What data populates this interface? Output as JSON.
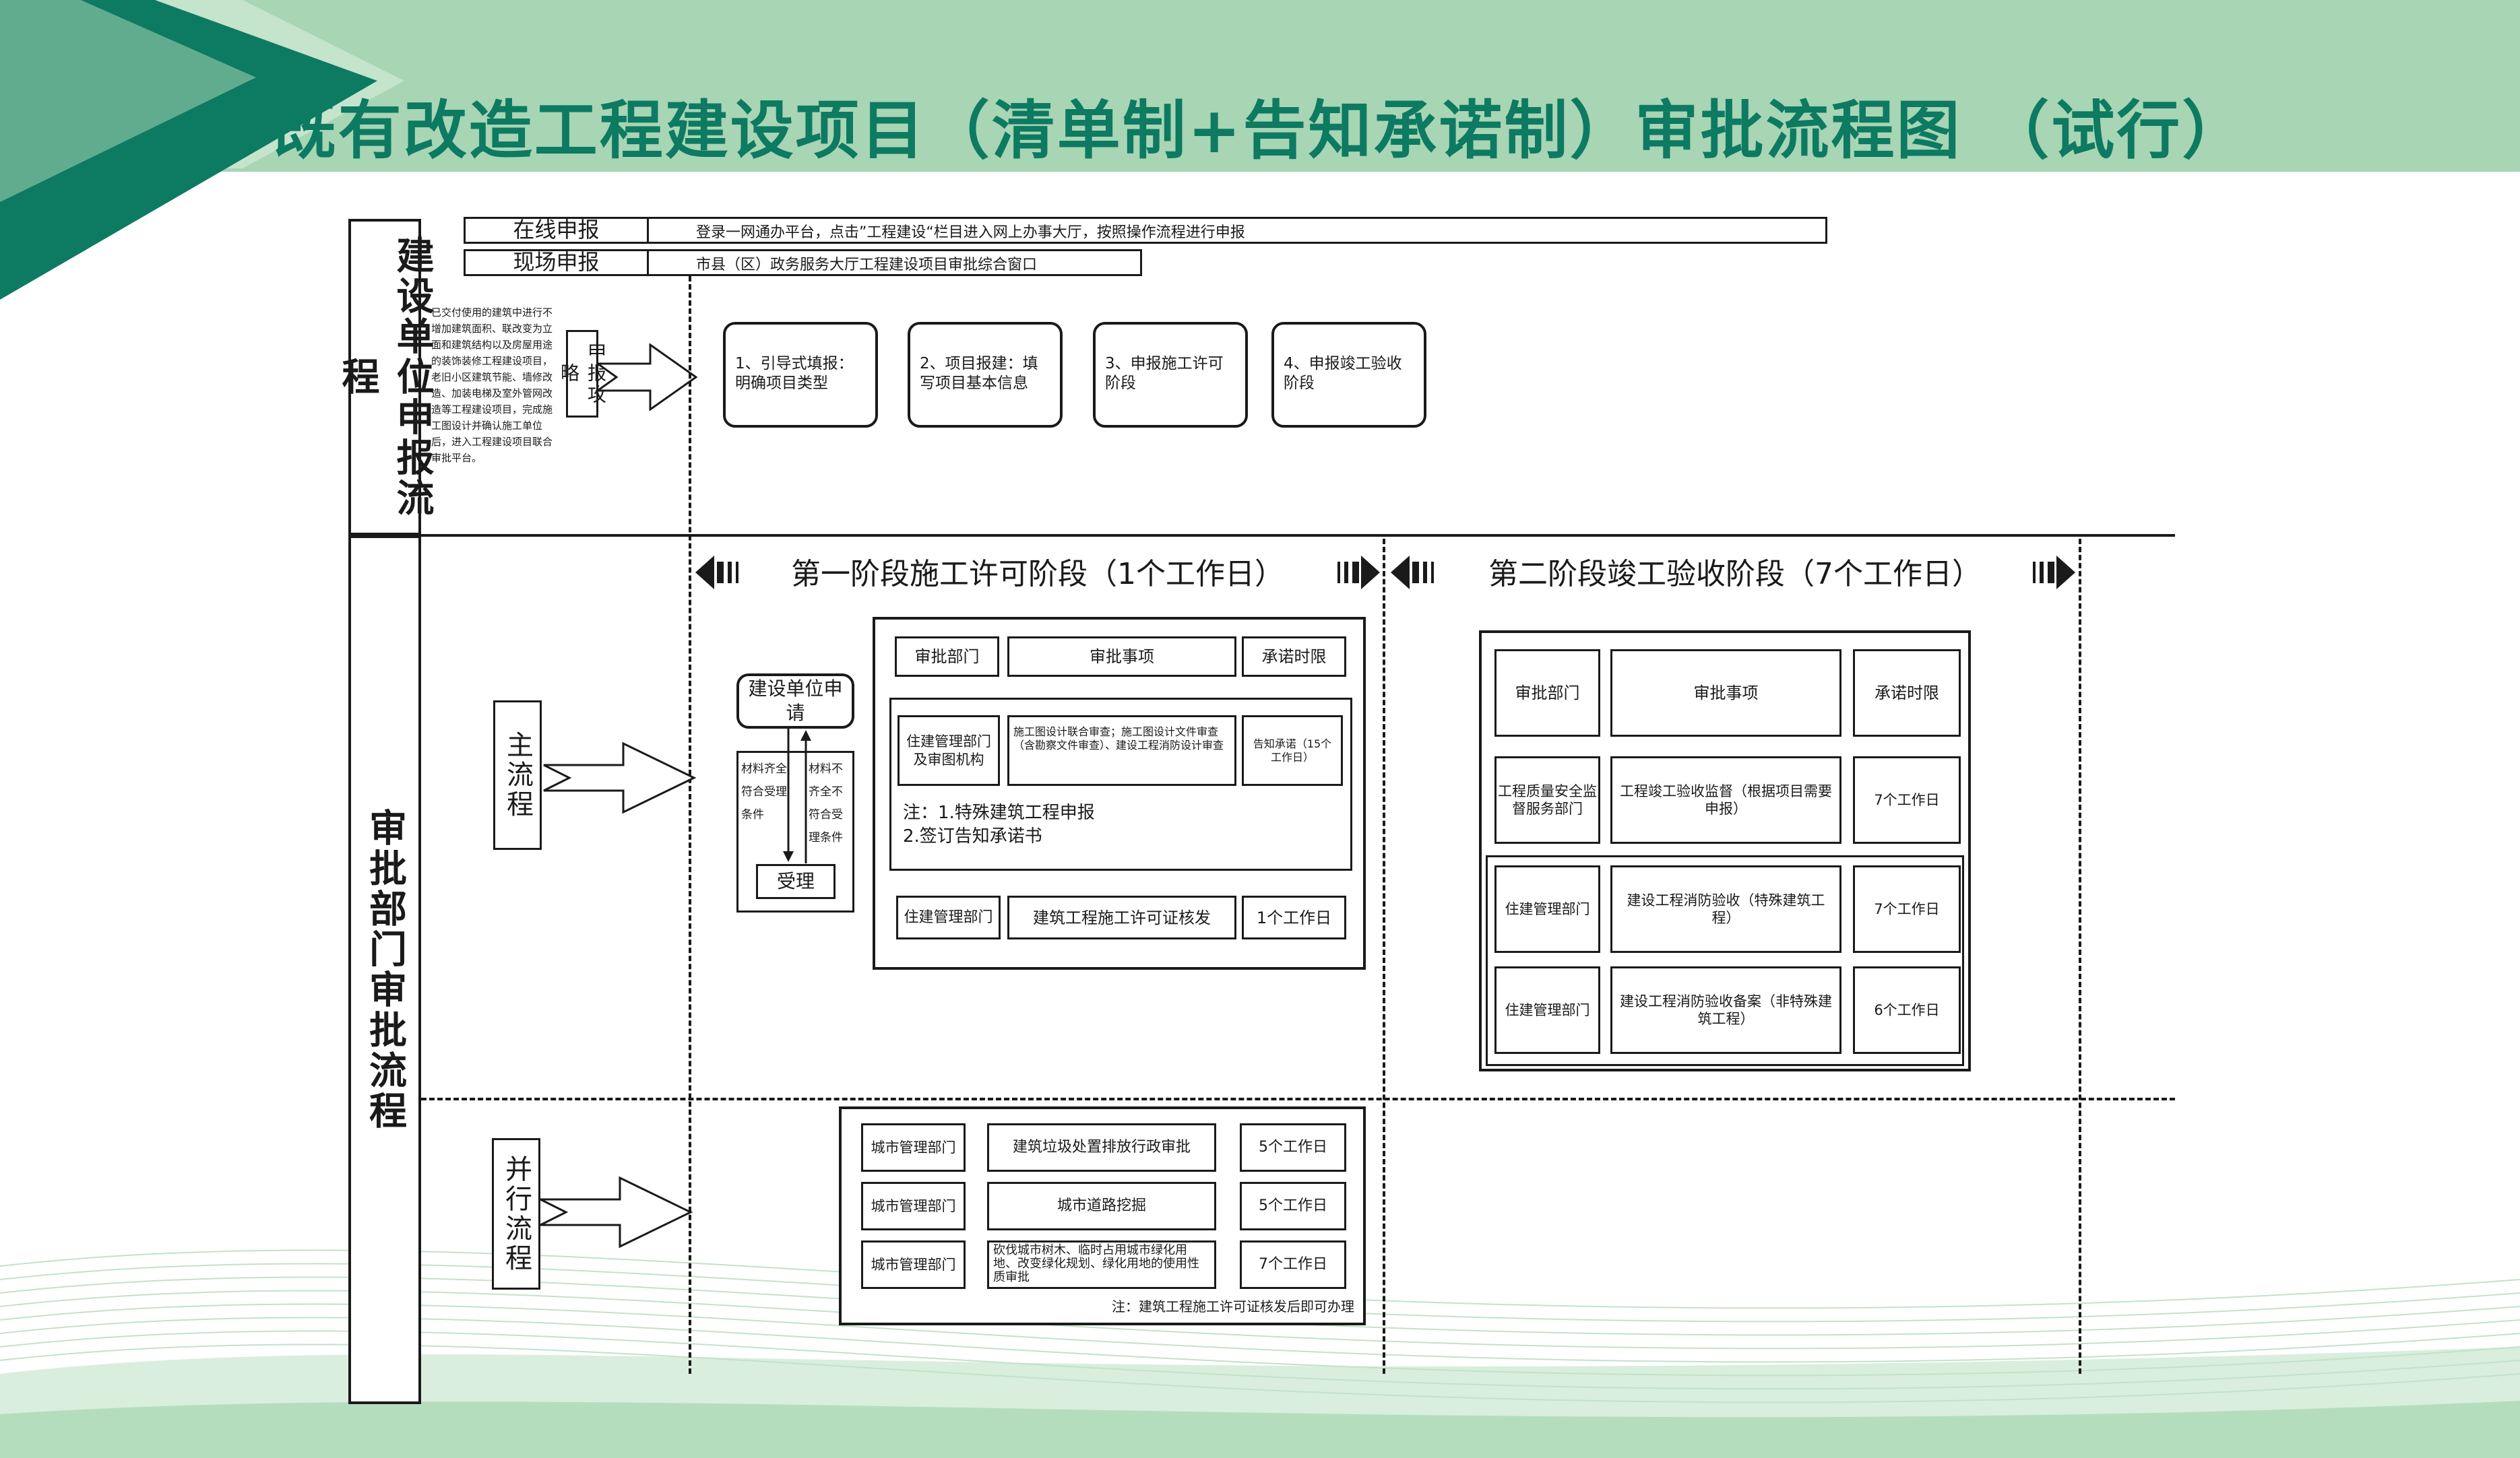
{
  "title": "既有改造工程建设项目（清单制+告知承诺制）审批流程图 （试行）",
  "colors": {
    "accent": "#0d7a62",
    "header_bg": "#a8d5b4",
    "wave": "#c9e6cf"
  },
  "left_labels": {
    "top": "建设单位申报流程",
    "bottom": "审批部门审批流程"
  },
  "online": {
    "label": "在线申报",
    "text": "登录一网通办平台，点击”工程建设“栏目进入网上办事大厅，按照操作流程进行申报"
  },
  "onsite": {
    "label": "现场申报",
    "text": "市县（区）政务服务大厅工程建设项目审批综合窗口"
  },
  "intro_note": "已交付使用的建筑中进行不增加建筑面积、联改变为立面和建筑结构以及房屋用途的装饰装修工程建设项目，老旧小区建筑节能、墙修改造、加装电梯及室外管网改造等工程建设项目，完成施工图设计并确认施工单位后，进入工程建设项目联合审批平台。",
  "guide_label": "申报攻略",
  "steps": [
    "1、引导式填报：明确项目类型",
    "2、项目报建：填写项目基本信息",
    "3、申报施工许可阶段",
    "4、申报竣工验收阶段"
  ],
  "phase1": "第一阶段施工许可阶段（1个工作日）",
  "phase2": "第二阶段竣工验收阶段（7个工作日）",
  "main_flow": "主流程",
  "parallel_flow": "并行流程",
  "applicant": {
    "apply": "建设单位申请",
    "complete": "材料齐全符合受理条件",
    "incomplete": "材料不齐全不符合受理条件",
    "accept": "受理"
  },
  "p1_headers": [
    "审批部门",
    "审批事项",
    "承诺时限"
  ],
  "p1_row1": {
    "dept": "住建管理部门及审图机构",
    "items": "施工图设计联合审查；施工图设计文件审查（含勘察文件审查）、建设工程消防设计审查",
    "time": "告知承诺（15个工作日）"
  },
  "p1_note": "注：1.特殊建筑工程申报\n2.签订告知承诺书",
  "p1_row2": {
    "dept": "住建管理部门",
    "items": "建筑工程施工许可证核发",
    "time": "1个工作日"
  },
  "p2_headers": [
    "审批部门",
    "审批事项",
    "承诺时限"
  ],
  "p2_rows": [
    {
      "dept": "工程质量安全监督服务部门",
      "items": "工程竣工验收监督（根据项目需要申报）",
      "time": "7个工作日"
    },
    {
      "dept": "住建管理部门",
      "items": "建设工程消防验收（特殊建筑工程）",
      "time": "7个工作日"
    },
    {
      "dept": "住建管理部门",
      "items": "建设工程消防验收备案（非特殊建筑工程）",
      "time": "6个工作日"
    }
  ],
  "parallel_rows": [
    {
      "dept": "城市管理部门",
      "items": "建筑垃圾处置排放行政审批",
      "time": "5个工作日"
    },
    {
      "dept": "城市管理部门",
      "items": "城市道路挖掘",
      "time": "5个工作日"
    },
    {
      "dept": "城市管理部门",
      "items": "砍伐城市树木、临时占用城市绿化用地、改变绿化规划、绿化用地的使用性质审批",
      "time": "7个工作日"
    }
  ],
  "parallel_note": "注：建筑工程施工许可证核发后即可办理"
}
